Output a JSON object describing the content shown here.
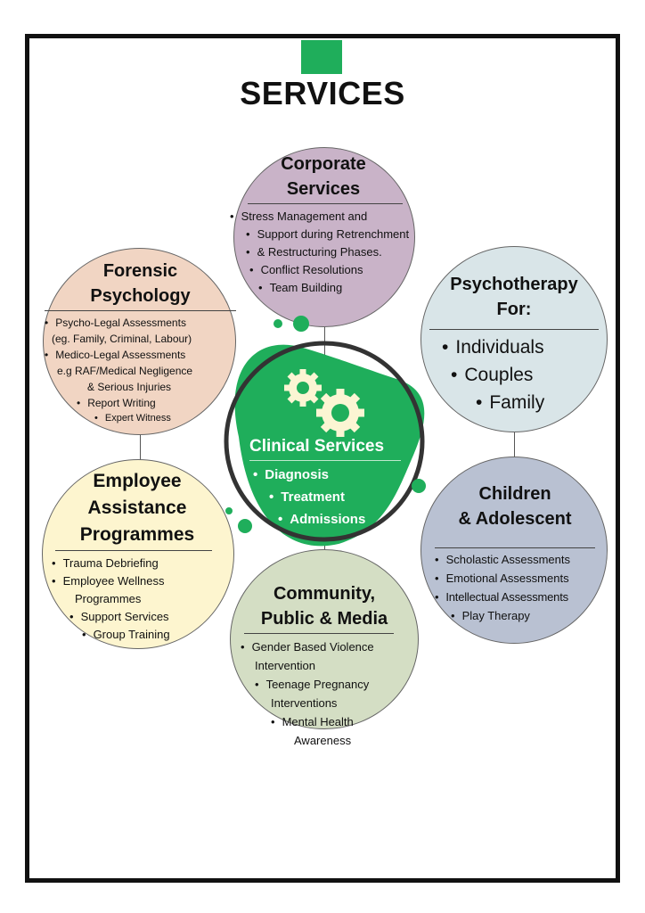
{
  "title": "SERVICES",
  "colors": {
    "accent": "#1fae5b",
    "corporate": "#c9b3c8",
    "forensic": "#f1d5c3",
    "psychotherapy": "#d9e5e8",
    "children": "#b9c1d2",
    "employee": "#fdf5cf",
    "community": "#d4dec4"
  },
  "center": {
    "title": "Clinical Services",
    "items": [
      "Diagnosis",
      "Treatment",
      "Admissions"
    ],
    "icon": "gears-icon"
  },
  "corporate": {
    "title": [
      "Corporate",
      "Services"
    ],
    "items": [
      "Stress Management and",
      "Support during Retrenchment",
      "& Restructuring Phases.",
      "Conflict Resolutions",
      "Team Building"
    ]
  },
  "forensic": {
    "title": [
      "Forensic",
      "Psychology"
    ],
    "items": [
      "Psycho-Legal Assessments",
      "(eg. Family, Criminal, Labour)",
      "Medico-Legal Assessments",
      "e.g RAF/Medical Negligence",
      "& Serious Injuries",
      "Report Writing",
      "Expert Witness"
    ]
  },
  "psychotherapy": {
    "title": [
      "Psychotherapy",
      "For:"
    ],
    "items": [
      "Individuals",
      "Couples",
      "Family"
    ]
  },
  "children": {
    "title": [
      "Children",
      "& Adolescent"
    ],
    "items": [
      "Scholastic Assessments",
      "Emotional Assessments",
      "Intellectual Assessments",
      "Play Therapy"
    ]
  },
  "employee": {
    "title": [
      "Employee",
      "Assistance",
      "Programmes"
    ],
    "items": [
      "Trauma Debriefing",
      "Employee Wellness",
      "Programmes",
      "Support Services",
      "Group Training"
    ]
  },
  "community": {
    "title": [
      "Community,",
      "Public & Media"
    ],
    "items": [
      "Gender Based Violence",
      "Intervention",
      "Teenage Pregnancy",
      "Interventions",
      "Mental Health",
      "Awareness"
    ]
  }
}
